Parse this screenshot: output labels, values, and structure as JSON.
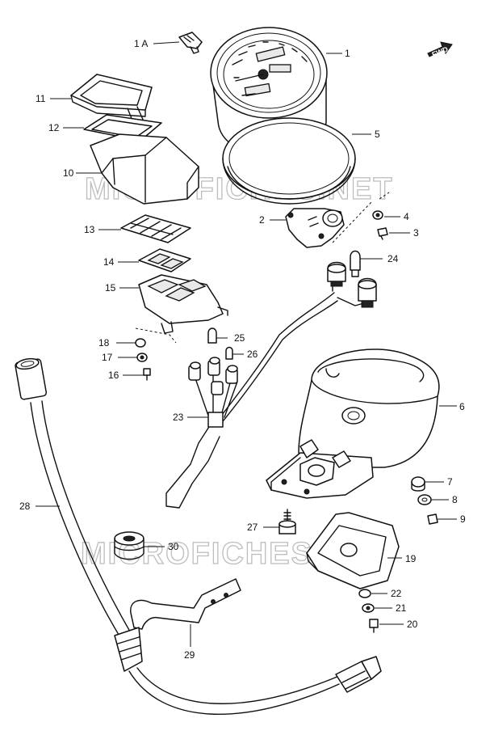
{
  "watermark": {
    "text": "MICROFICHES.NET"
  },
  "direction_badge": {
    "text": "FWD"
  },
  "callouts": [
    {
      "id": "1A",
      "text": "1 A"
    },
    {
      "id": "1",
      "text": "1"
    },
    {
      "id": "2",
      "text": "2"
    },
    {
      "id": "3",
      "text": "3"
    },
    {
      "id": "4",
      "text": "4"
    },
    {
      "id": "5",
      "text": "5"
    },
    {
      "id": "6",
      "text": "6"
    },
    {
      "id": "7",
      "text": "7"
    },
    {
      "id": "8",
      "text": "8"
    },
    {
      "id": "9",
      "text": "9"
    },
    {
      "id": "10",
      "text": "10"
    },
    {
      "id": "11",
      "text": "11"
    },
    {
      "id": "12",
      "text": "12"
    },
    {
      "id": "13",
      "text": "13"
    },
    {
      "id": "14",
      "text": "14"
    },
    {
      "id": "15",
      "text": "15"
    },
    {
      "id": "16",
      "text": "16"
    },
    {
      "id": "17",
      "text": "17"
    },
    {
      "id": "18",
      "text": "18"
    },
    {
      "id": "19",
      "text": "19"
    },
    {
      "id": "20",
      "text": "20"
    },
    {
      "id": "21",
      "text": "21"
    },
    {
      "id": "22",
      "text": "22"
    },
    {
      "id": "23",
      "text": "23"
    },
    {
      "id": "24",
      "text": "24"
    },
    {
      "id": "25",
      "text": "25"
    },
    {
      "id": "26",
      "text": "26"
    },
    {
      "id": "27",
      "text": "27"
    },
    {
      "id": "28",
      "text": "28"
    },
    {
      "id": "29",
      "text": "29"
    },
    {
      "id": "30",
      "text": "30"
    }
  ]
}
